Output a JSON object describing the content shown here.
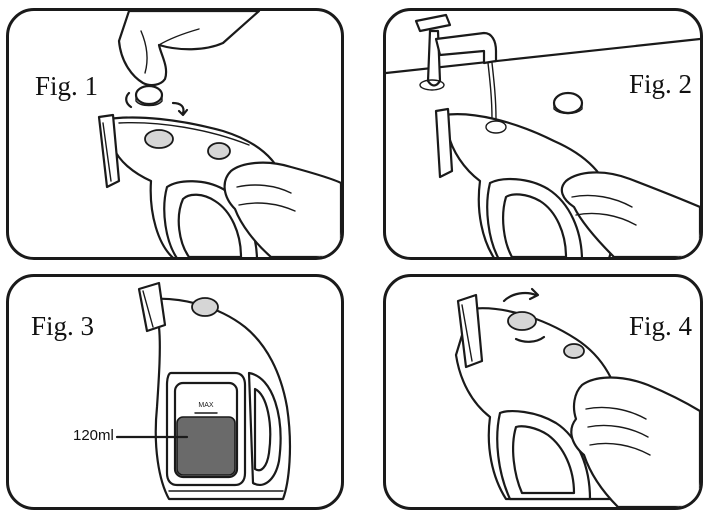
{
  "figures": [
    {
      "label": "Fig. 1"
    },
    {
      "label": "Fig. 2"
    },
    {
      "label": "Fig. 3",
      "callout": "120ml",
      "tank_marking": "MAX"
    },
    {
      "label": "Fig. 4"
    }
  ]
}
